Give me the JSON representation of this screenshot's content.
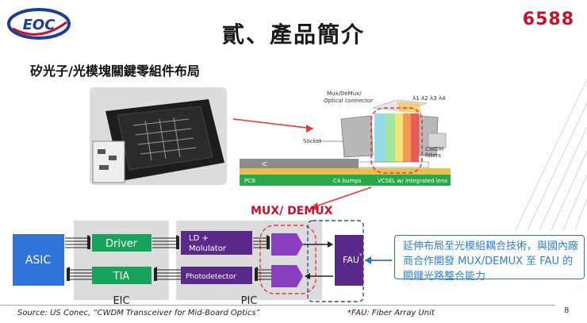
{
  "header": {
    "logo_text": "EOC",
    "title": "貳、產品簡介",
    "stock_code": "6588"
  },
  "section": {
    "subtitle": "矽光子/光模塊關鍵零組件布局"
  },
  "cross_section": {
    "labels": [
      "Mux/DeMux/",
      "Optical connector",
      "Socket",
      "CWDM",
      "filters",
      "IC",
      "PCB",
      "C4 bumps",
      "VCSEL w/ integrated lens"
    ],
    "wavelengths": [
      "λ1",
      "λ2",
      "λ3",
      "λ4"
    ]
  },
  "diagram": {
    "mux_label": "MUX/ DEMUX",
    "asic": "ASIC",
    "driver": "Driver",
    "tia": "TIA",
    "ld_line1": "LD +",
    "ld_line2": "Molulator",
    "photodetector": "Photodetector",
    "fau": "FAU",
    "fau_mark": "*",
    "eic": "EIC",
    "pic": "PIC"
  },
  "note": {
    "text": "延伸布局至光模組耦合技術，與國內廠商合作開發 MUX/DEMUX 至 FAU 的關鍵光路整合能力"
  },
  "footer": {
    "source": "Source: US Conec,    “CWDM Transceiver for Mid-Board Optics”",
    "fau_note": "*FAU: Fiber Array Unit",
    "page": "8"
  },
  "colors": {
    "accent_red": "#c8102e",
    "asic_blue": "#2f72d8",
    "eic_green": "#17a35a",
    "pic_purple": "#5a2a8a",
    "mux_purple": "#8a3fc0",
    "note_blue": "#2e7fd6"
  }
}
